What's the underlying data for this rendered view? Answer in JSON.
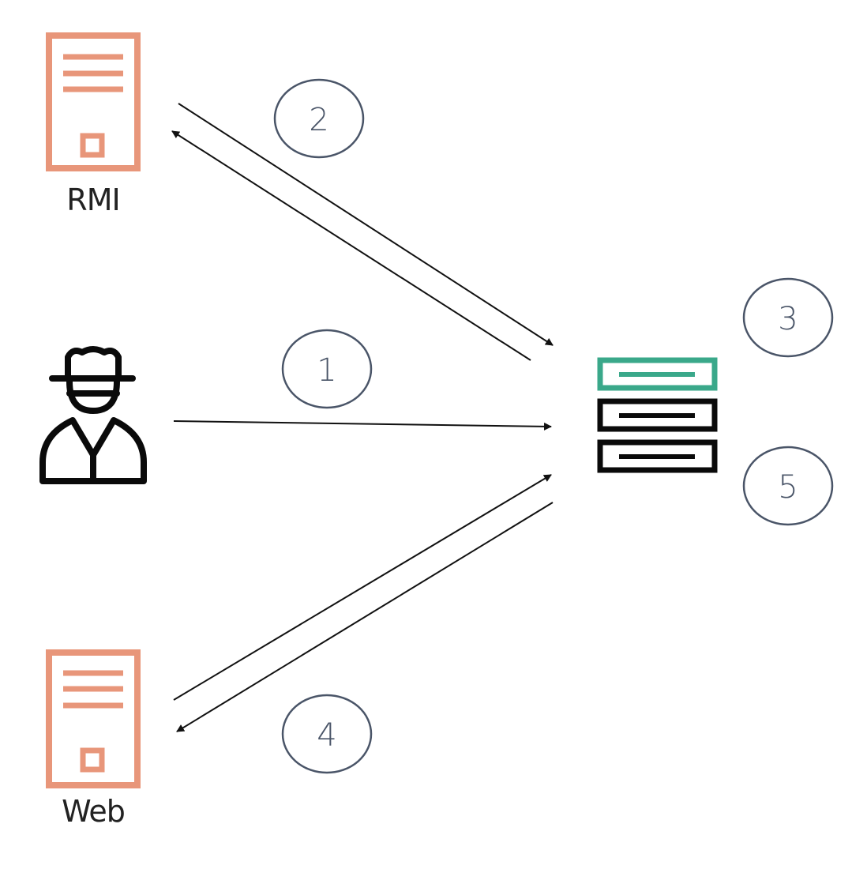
{
  "colors": {
    "background": "#ffffff",
    "server_icon": "#e8967a",
    "attacker_icon": "#0a0a0a",
    "target_accent": "#3aa88a",
    "target_dark": "#0a0a0a",
    "arrow": "#111111",
    "step_circle": "#4a5568",
    "label_text": "#222222"
  },
  "nodes": {
    "rmi_server": {
      "label": "RMI",
      "icon": "server-document-icon"
    },
    "web_server": {
      "label": "Web",
      "icon": "server-document-icon"
    },
    "attacker": {
      "icon": "hacker-icon"
    },
    "target": {
      "icon": "server-stack-icon"
    }
  },
  "steps": {
    "step1": "1",
    "step2": "2",
    "step3": "3",
    "step4": "4",
    "step5": "5"
  },
  "edges": [
    {
      "from": "attacker",
      "to": "target",
      "step": "1"
    },
    {
      "from": "rmi_server",
      "to": "target",
      "step": "2"
    },
    {
      "from": "target",
      "to": "rmi_server",
      "step": "2"
    },
    {
      "from": "web_server",
      "to": "target",
      "step": "4"
    },
    {
      "from": "target",
      "to": "web_server",
      "step": "4"
    }
  ]
}
